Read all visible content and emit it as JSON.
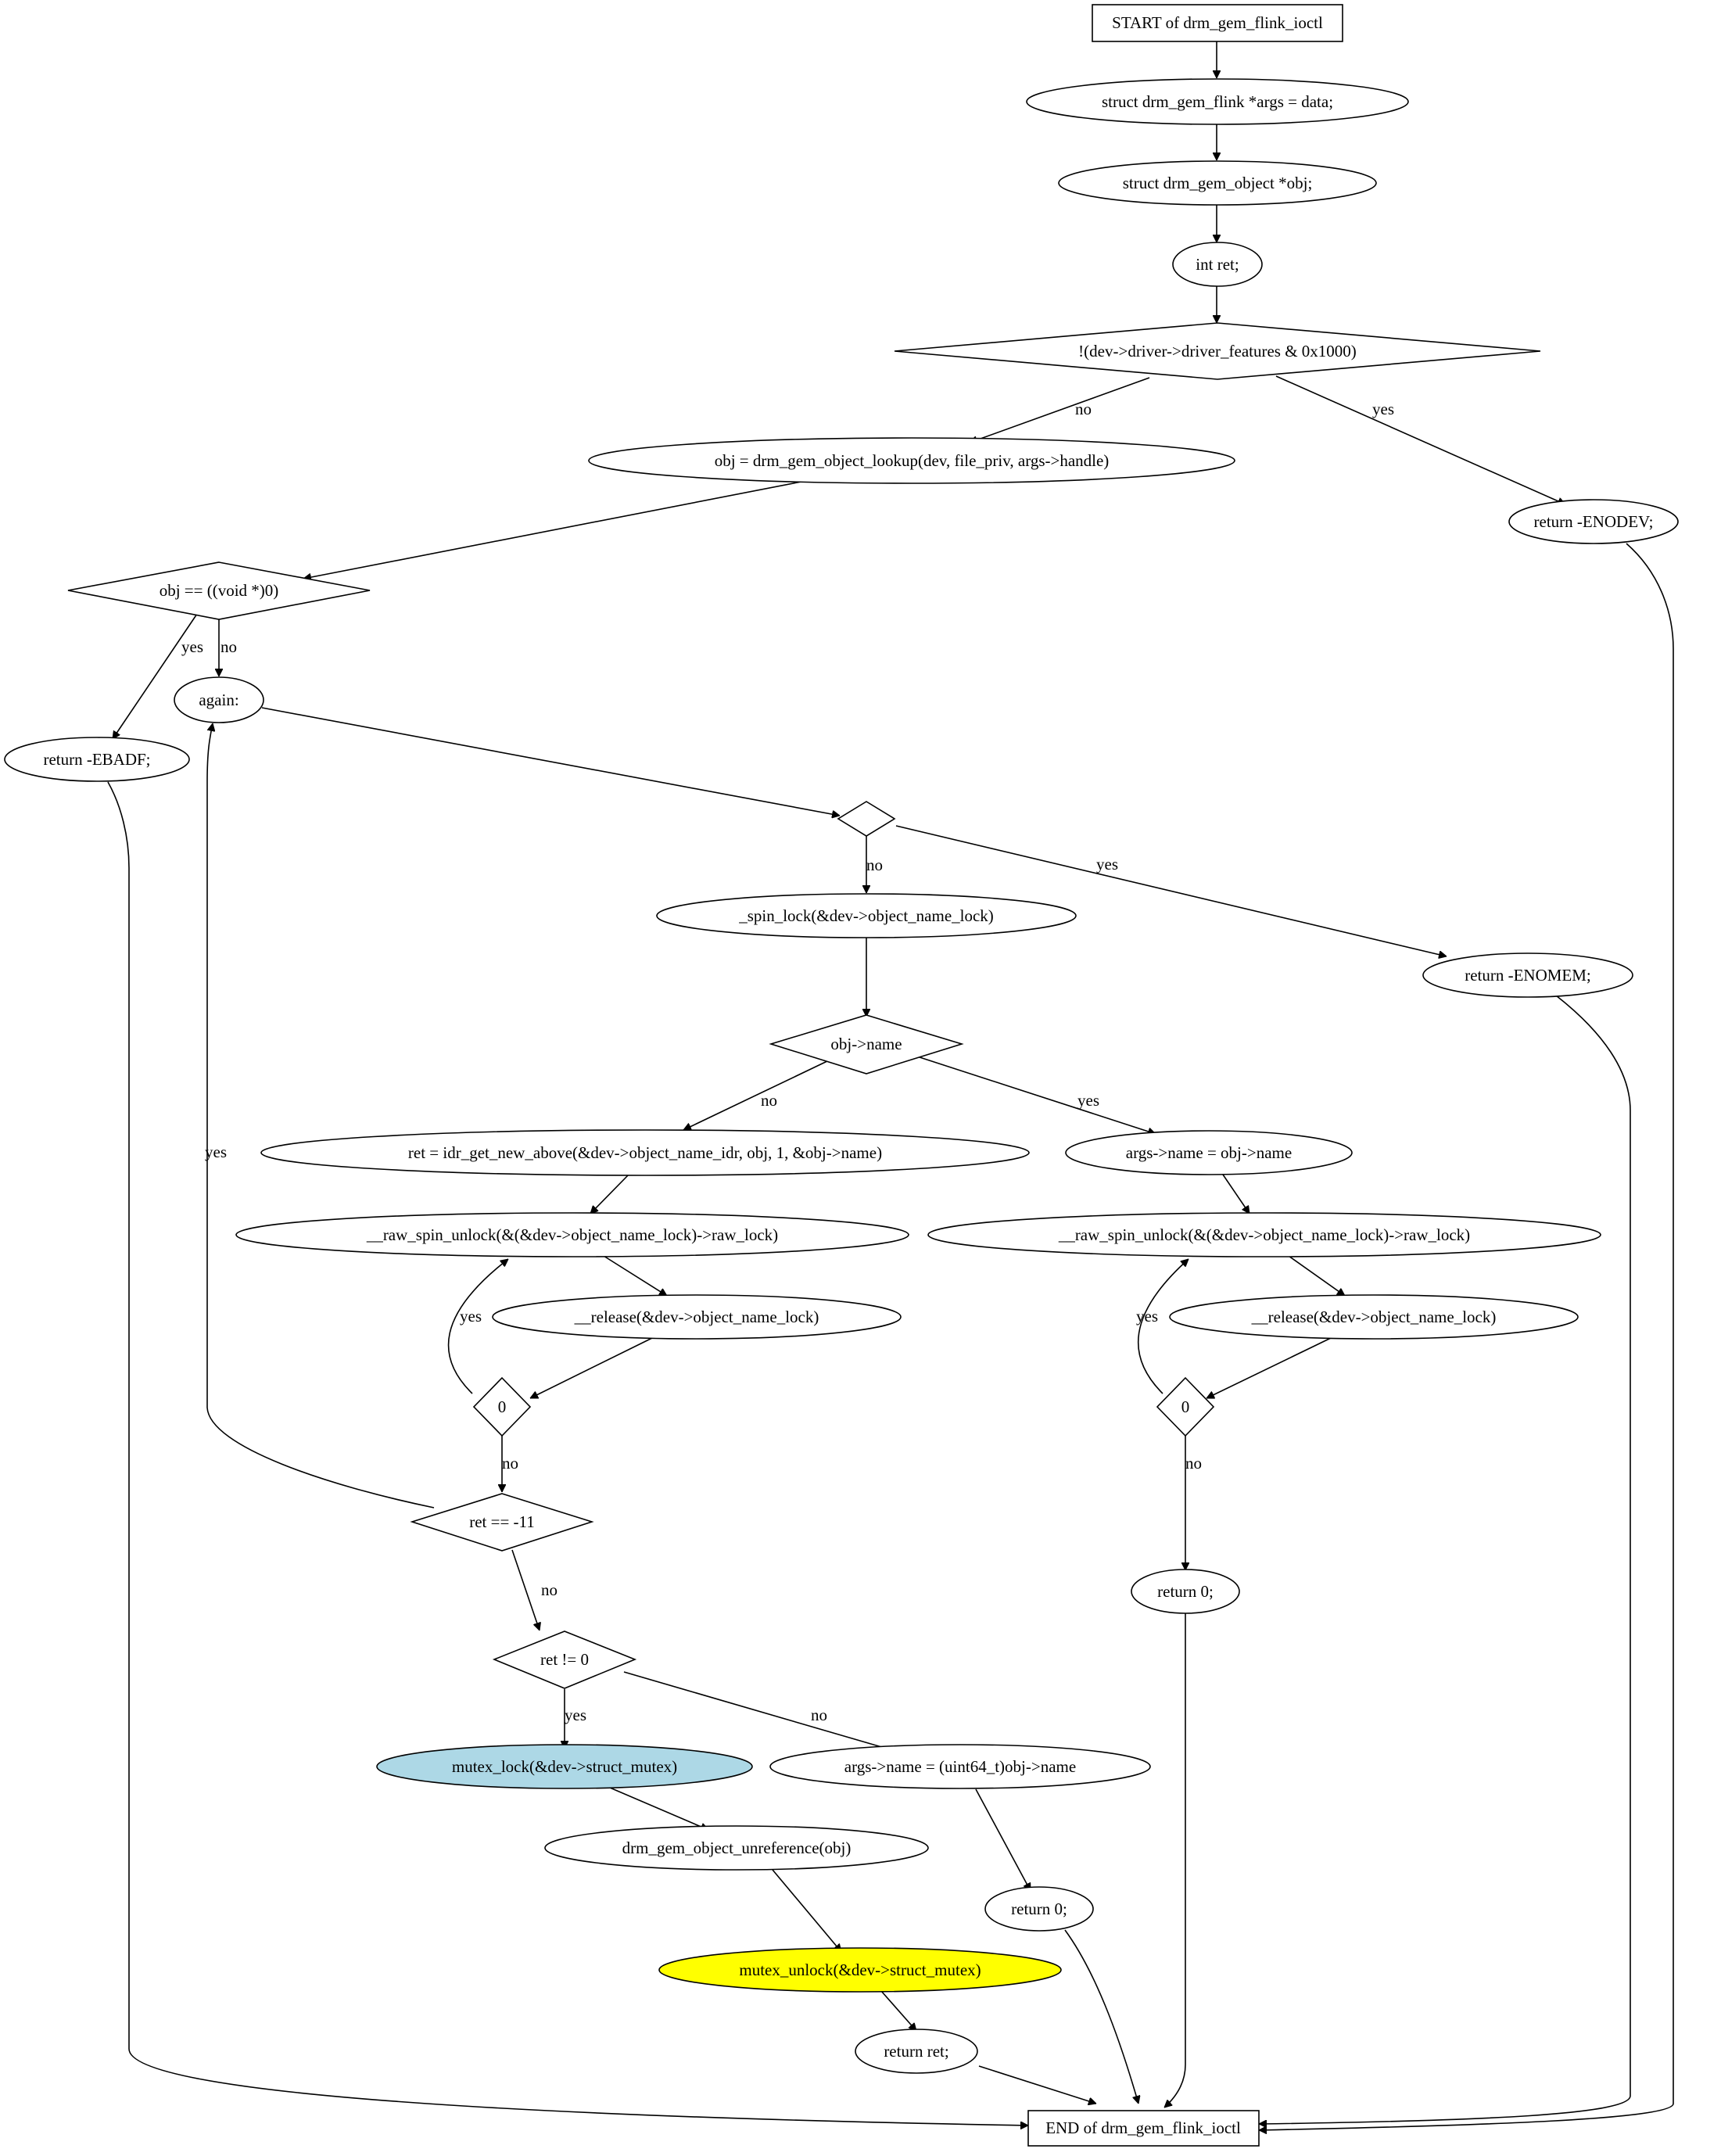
{
  "colors": {
    "highlight_blue": "#add8e6",
    "highlight_yellow": "#ffff00"
  },
  "nodes": {
    "start": "START of drm_gem_flink_ioctl",
    "args_decl": "struct drm_gem_flink *args = data;",
    "obj_decl": "struct drm_gem_object *obj;",
    "ret_decl": "int ret;",
    "feature_check": "!(dev->driver->driver_features & 0x1000)",
    "return_enodev": "return -ENODEV;",
    "lookup": "obj = drm_gem_object_lookup(dev, file_priv, args->handle)",
    "obj_null_check": "obj == ((void *)0)",
    "return_ebadf": "return -EBADF;",
    "again_label": "again:",
    "empty_check": "",
    "return_enomem": "return -ENOMEM;",
    "spin_lock": "_spin_lock(&dev->object_name_lock)",
    "obj_name_check": "obj->name",
    "idr_get": "ret = idr_get_new_above(&dev->object_name_idr, obj, 1, &obj->name)",
    "args_name_assign": "args->name = obj->name",
    "raw_unlock_left": "__raw_spin_unlock(&(&dev->object_name_lock)->raw_lock)",
    "release_left": "__release(&dev->object_name_lock)",
    "zero_check_left": "0",
    "raw_unlock_right": "__raw_spin_unlock(&(&dev->object_name_lock)->raw_lock)",
    "release_right": "__release(&dev->object_name_lock)",
    "zero_check_right": "0",
    "return_zero_right": "return 0;",
    "ret_eagain_check": "ret == -11",
    "ret_nonzero_check": "ret != 0",
    "mutex_lock": "mutex_lock(&dev->struct_mutex)",
    "args_name_cast": "args->name = (uint64_t)obj->name",
    "unreference": "drm_gem_object_unreference(obj)",
    "return_zero_left": "return 0;",
    "mutex_unlock": "mutex_unlock(&dev->struct_mutex)",
    "return_ret": "return ret;",
    "end": "END of drm_gem_flink_ioctl"
  },
  "edge_labels": {
    "feature_no": "no",
    "feature_yes": "yes",
    "obj_null_yes": "yes",
    "obj_null_no": "no",
    "empty_no": "no",
    "empty_yes": "yes",
    "name_no": "no",
    "name_yes": "yes",
    "zero_left_yes": "yes",
    "zero_left_no": "no",
    "zero_right_yes": "yes",
    "zero_right_no": "no",
    "eagain_yes": "yes",
    "eagain_no": "no",
    "nonzero_yes": "yes",
    "nonzero_no": "no"
  }
}
